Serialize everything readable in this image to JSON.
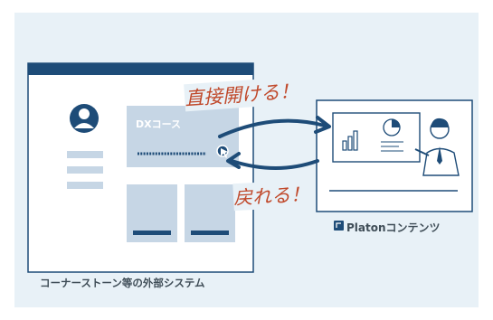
{
  "external_system": {
    "label": "コーナーストーン等の外部システム",
    "card_title": "DXコース"
  },
  "platon": {
    "label": "Platonコンテンツ"
  },
  "arrows": {
    "open_label": "直接開ける！",
    "back_label": "戻れる！"
  },
  "colors": {
    "background": "#e8f1f7",
    "navy": "#1e4c78",
    "panel": "#c6d6e5",
    "accent_text": "#c0492b"
  },
  "icons": {
    "avatar": "user-avatar-icon",
    "cursor": "pointer-cursor-icon",
    "platon_logo": "platon-logo-icon",
    "presenter": "presenter-illustration"
  }
}
